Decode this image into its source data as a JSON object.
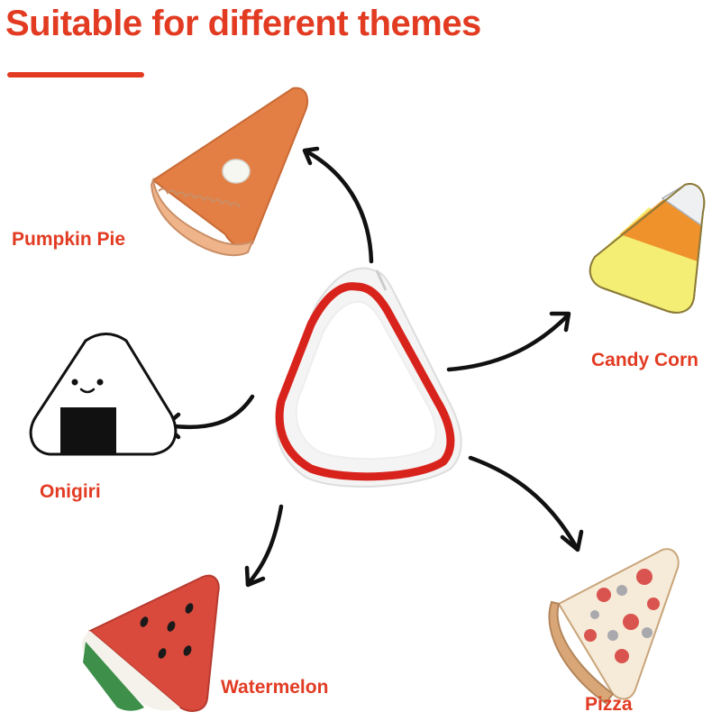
{
  "header": {
    "title": "Suitable for different themes"
  },
  "themes": [
    {
      "label": "Pumpkin Pie"
    },
    {
      "label": "Candy Corn"
    },
    {
      "label": "Onigiri"
    },
    {
      "label": "Watermelon"
    },
    {
      "label": "Pizza"
    }
  ],
  "colors": {
    "accent": "#e23b22",
    "cutter_outline": "#d8231c",
    "arrow": "#111111"
  }
}
